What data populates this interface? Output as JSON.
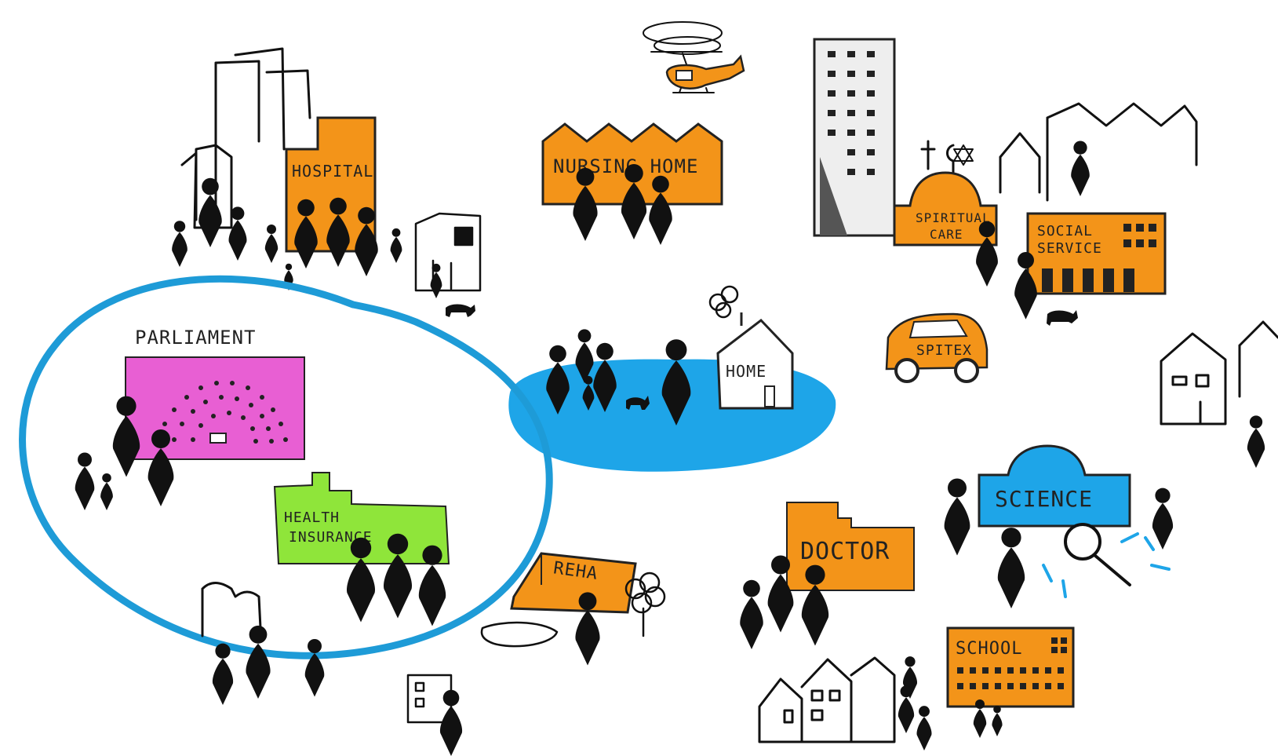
{
  "labels": {
    "hospital": "HOSPITAL",
    "nursing_home": "NURSING HOME",
    "spiritual_care_1": "SPIRITUAL",
    "spiritual_care_2": "CARE",
    "social_service_1": "SOCIAL",
    "social_service_2": "SERVICE",
    "spitex": "SPITEX",
    "home": "HOME",
    "parliament": "PARLIAMENT",
    "health_insurance_1": "HEALTH",
    "health_insurance_2": "INSURANCE",
    "reha": "REHA",
    "doctor": "DOCTOR",
    "science": "SCIENCE",
    "school": "SCHOOL"
  },
  "colors": {
    "orange": "#f39419",
    "magenta": "#e85fd3",
    "green": "#8fe53a",
    "blue": "#1ea5e8",
    "highlight_circle": "#1e9bd7",
    "ink": "#111111"
  },
  "icons": [
    "helicopter-icon",
    "car-icon",
    "magnifier-icon",
    "tree-icon",
    "dog-icon",
    "religious-symbols-icon"
  ]
}
